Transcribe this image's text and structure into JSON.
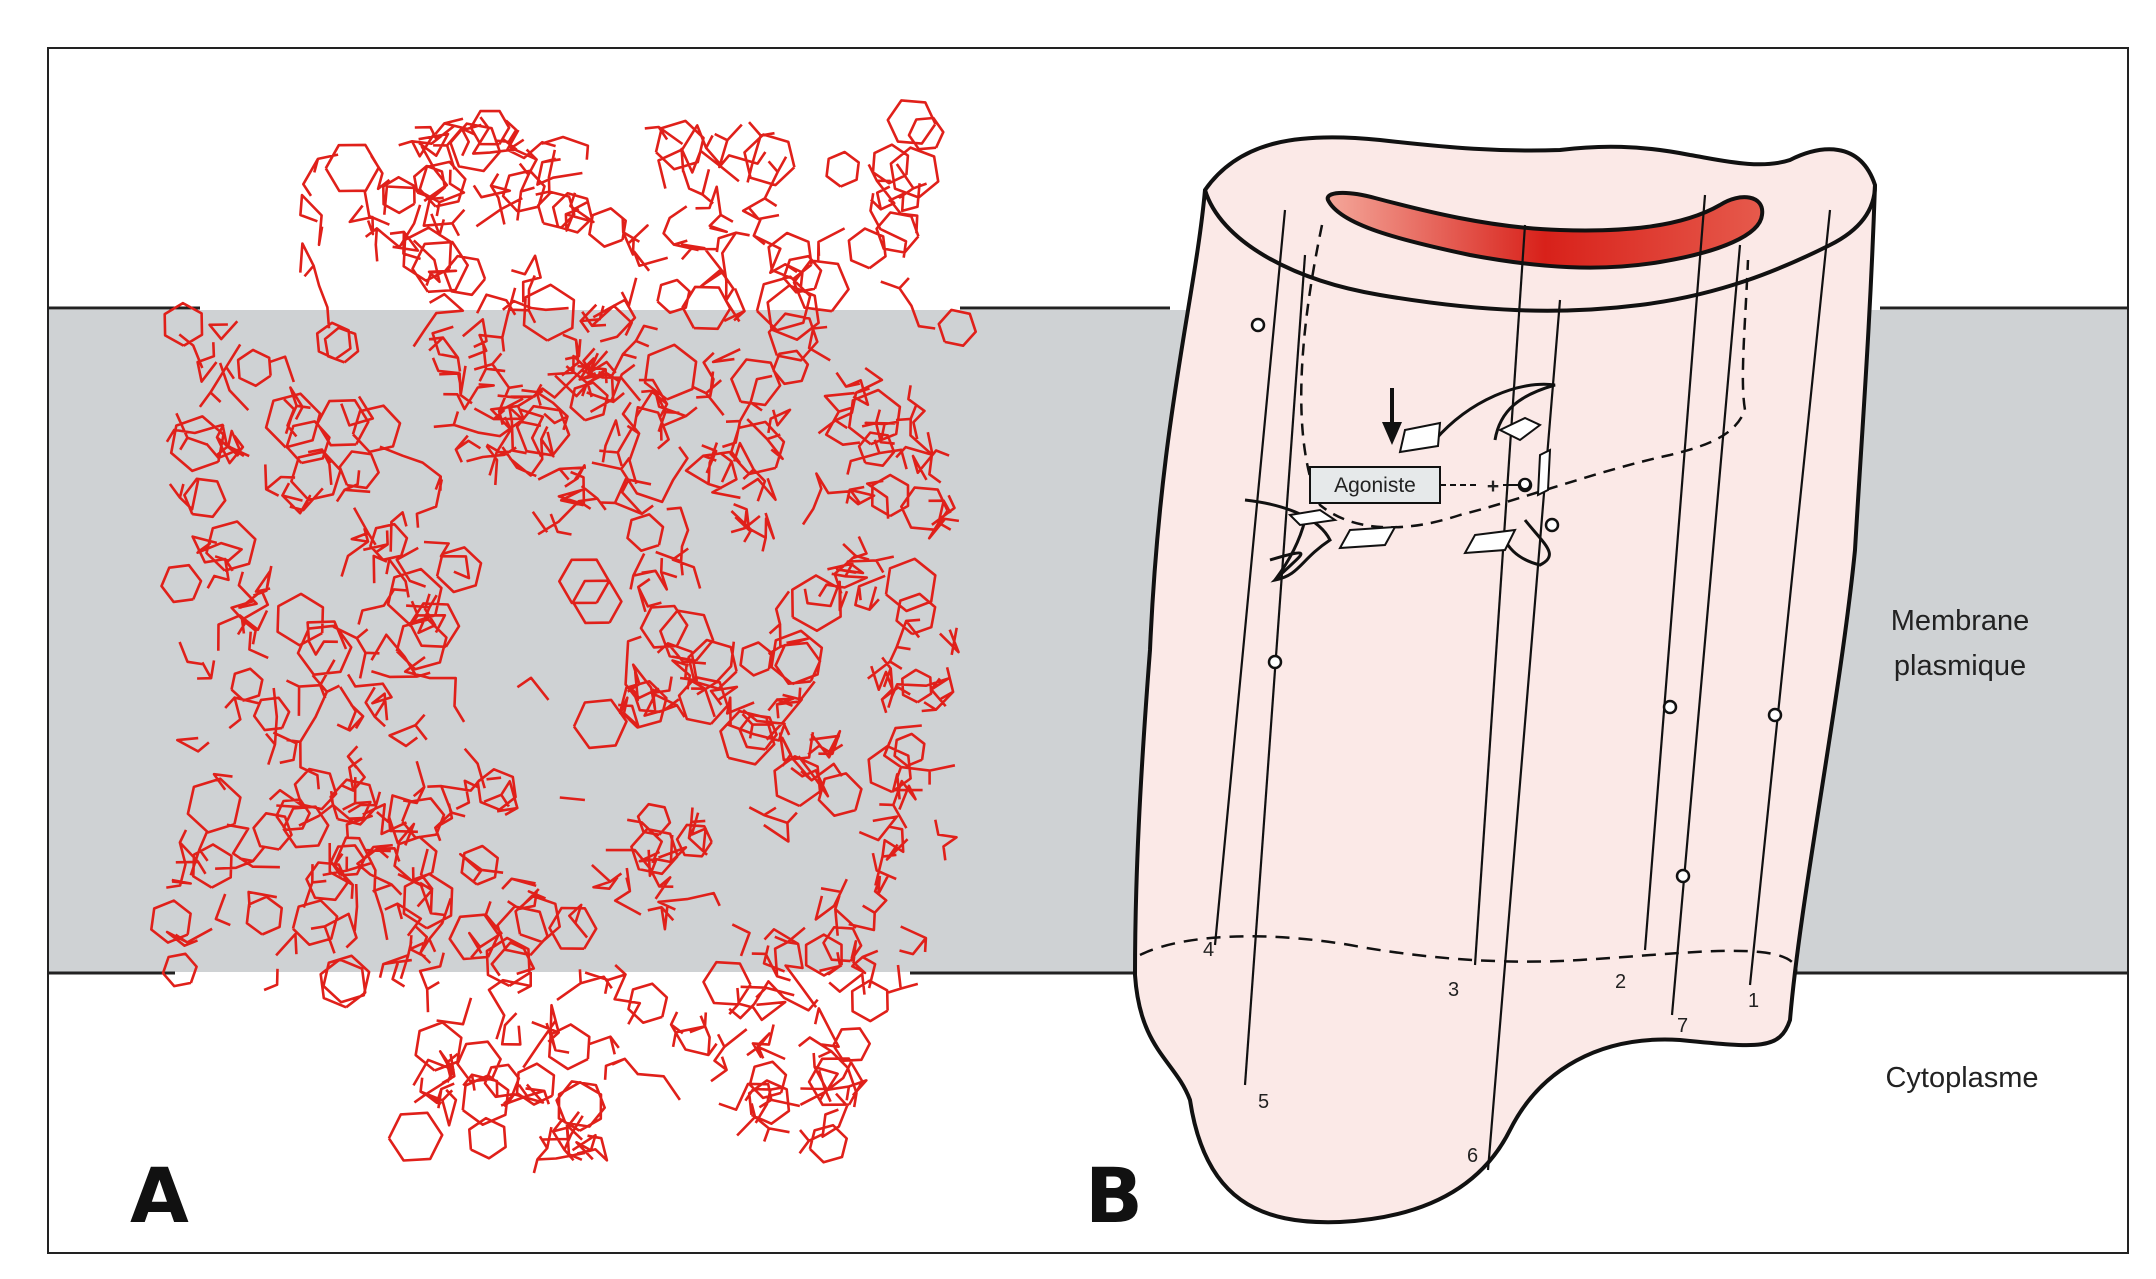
{
  "panels": {
    "a": {
      "letter": "A"
    },
    "b": {
      "letter": "B"
    }
  },
  "labels": {
    "membrane_line1": "Membrane",
    "membrane_line2": "plasmique",
    "cytoplasm": "Cytoplasme",
    "agonist": "Agoniste",
    "plus": "+"
  },
  "helix_numbers": [
    "4",
    "5",
    "3",
    "6",
    "2",
    "7",
    "1"
  ],
  "colors": {
    "membrane": "#cfd2d4",
    "molecule": "#e0201a",
    "receptor_fill": "#fbe9e7",
    "pore_gradient_start": "#f4a79a",
    "pore_gradient_end": "#d8211a",
    "frame": "#222222"
  }
}
